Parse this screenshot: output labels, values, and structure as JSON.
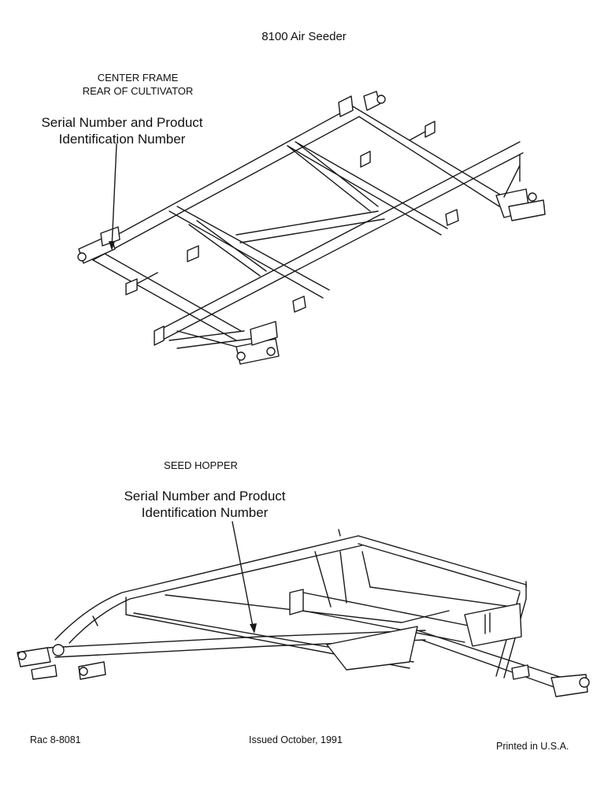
{
  "header": {
    "title": "8100 Air Seeder"
  },
  "figure1": {
    "caption_line1": "CENTER FRAME",
    "caption_line2": "REAR OF CULTIVATOR",
    "callout_line1": "Serial Number and Product",
    "callout_line2": "Identification Number"
  },
  "figure2": {
    "caption": "SEED HOPPER",
    "callout_line1": "Serial Number and Product",
    "callout_line2": "Identification Number"
  },
  "footer": {
    "left": "Rac 8-8081",
    "center": "Issued October, 1991",
    "right": "Printed in U.S.A."
  }
}
